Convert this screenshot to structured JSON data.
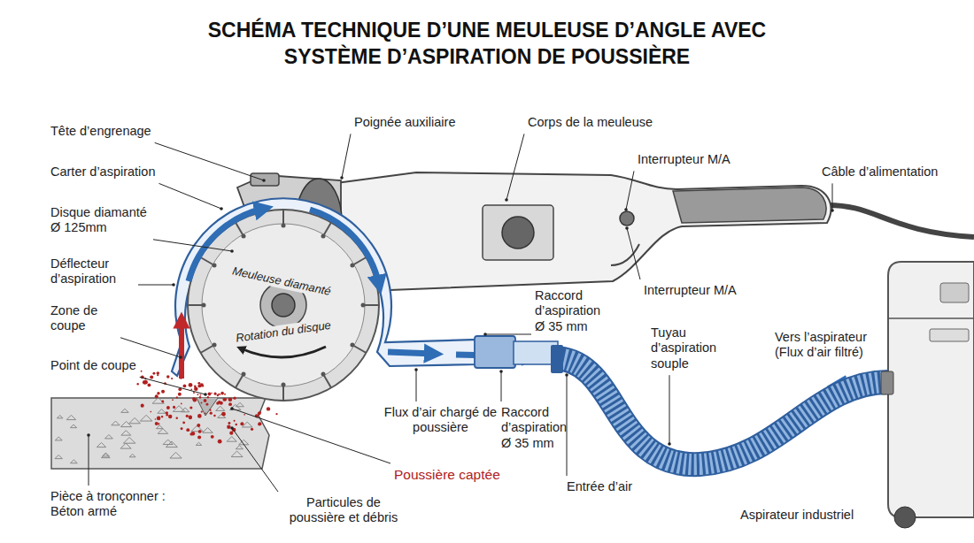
{
  "diagram": {
    "title": "SCHÉMA TECHNIQUE D’UNE MEULEUSE D’ANGLE AVEC SYSTÈME D’ASPIRATION DE POUSSIÈRE",
    "labels": [
      "Tête d’engrenage",
      "Carter d’aspiration",
      "Disque diamanté Ø 125mm",
      "Déflecteur d’aspiration",
      "Zone de coupe",
      "Point de coupe",
      "Pièce à tronçonner : Béton armé",
      "Poignée auxiliaire",
      "Corps de la meuleuse",
      "Interrupteur M/A",
      "Câble d’alimentation",
      "Interrupteur M/A",
      "Raccord d’aspiration Ø 35 mm",
      "Tuyau d’aspiration souple",
      "Vers l’aspirateur (Flux d’air filtré)",
      "Meuleuse diamanté",
      "Rotation du disque",
      "Flux d’air chargé de poussière",
      "Raccord d’aspiration Ø 35 mm",
      "Entrée d’air",
      "Poussière captée",
      "Particules de poussière et débris",
      "Aspirateur industriel"
    ]
  }
}
